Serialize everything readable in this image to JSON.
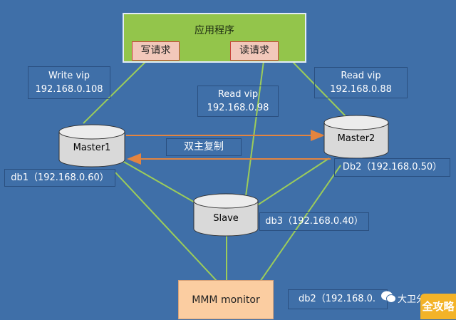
{
  "app": {
    "title": "应用程序",
    "write_request": "写请求",
    "read_request": "读请求"
  },
  "vips": {
    "write": {
      "label": "Write vip",
      "ip": "192.168.0.108"
    },
    "read_slave": {
      "label": "Read vip",
      "ip": "192.168.0.98"
    },
    "read_master2": {
      "label": "Read vip",
      "ip": "192.168.0.88"
    }
  },
  "nodes": {
    "master1": "Master1",
    "master2": "Master2",
    "slave": "Slave",
    "monitor": "MMM monitor"
  },
  "replication_label": "双主复制",
  "hosts": {
    "db1": "db1（192.168.0.60）",
    "db2_right": "Db2（192.168.0.50）",
    "db3": "db3（192.168.0.40）",
    "db2_bottom": "db2（192.168.0."
  },
  "watermark": {
    "text": "大卫分享",
    "logo": "全攻略"
  },
  "colors": {
    "background": "#3f6fa8",
    "app_box": "#93c54b",
    "request_box": "#f2c8ba",
    "connector": "#9ccc5a",
    "replication_arrow": "#e4843f",
    "monitor_box": "#fbcda1"
  }
}
